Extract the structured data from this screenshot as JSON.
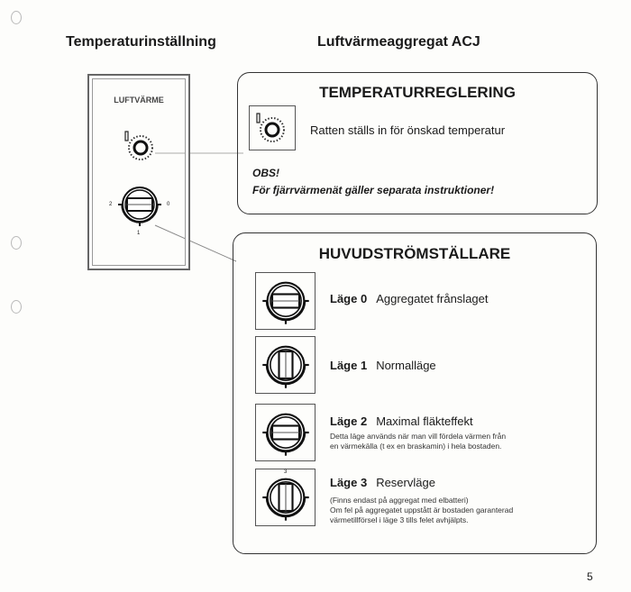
{
  "header": {
    "left_title": "Temperaturinställning",
    "right_title": "Luftvärmeaggregat ACJ"
  },
  "panel": {
    "label": "LUFTVÄRME",
    "knob_labels": [
      "2",
      "0",
      "1"
    ]
  },
  "temp_box": {
    "title": "TEMPERATURREGLERING",
    "text": "Ratten ställs in för önskad temperatur",
    "obs": "OBS!",
    "obs_text": "För fjärrvärmenät gäller separata instruktioner!"
  },
  "main_box": {
    "title": "HUVUDSTRÖMSTÄLLARE",
    "modes": [
      {
        "label": "Läge 0",
        "name": "Aggregatet frånslaget",
        "desc": []
      },
      {
        "label": "Läge 1",
        "name": "Normalläge",
        "desc": []
      },
      {
        "label": "Läge 2",
        "name": "Maximal fläkteffekt",
        "desc": [
          "Detta läge används när man vill fördela värmen från",
          "en värmekälla (t ex en braskamin) i hela bostaden."
        ]
      },
      {
        "label": "Läge 3",
        "name": "Reservläge",
        "desc": [
          "(Finns endast på aggregat med elbatteri)",
          "Om fel på aggregatet uppstått är bostaden garanterad",
          "värmetillförsel i läge 3 tills felet avhjälpts."
        ]
      }
    ],
    "knob_top_label": "3"
  },
  "page_number": "5"
}
